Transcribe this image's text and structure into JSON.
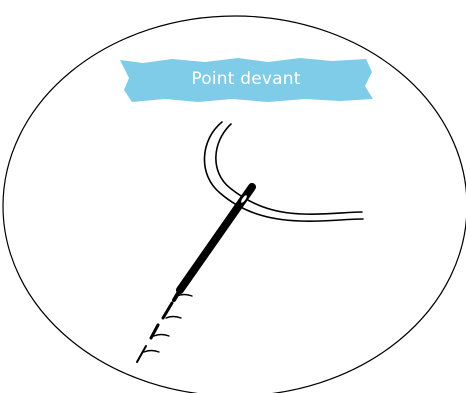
{
  "title": "Point devant",
  "colors": {
    "banner": "#7fcce9",
    "banner_text": "#ffffff",
    "line": "#000000",
    "background": "#ffffff"
  },
  "illustration": {
    "subject": "needle-with-thread",
    "stitch_count": 4
  }
}
